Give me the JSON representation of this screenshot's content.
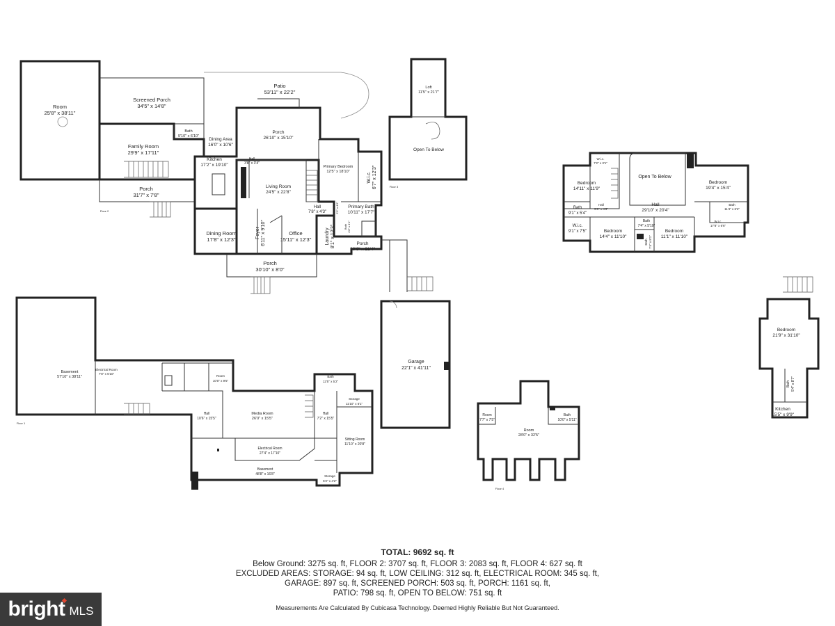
{
  "floors": {
    "floor2": {
      "label": "Floor 2",
      "rooms": [
        {
          "name": "Room",
          "dims": "25'8\" x 38'11\""
        },
        {
          "name": "Screened Porch",
          "dims": "34'5\" x 14'8\""
        },
        {
          "name": "Patio",
          "dims": "53'11\" x 22'2\""
        },
        {
          "name": "Bath",
          "dims": "9'10\" x 6'10\""
        },
        {
          "name": "Family Room",
          "dims": "29'9\" x 17'11\""
        },
        {
          "name": "Dining Area",
          "dims": "16'0\" x 10'6\""
        },
        {
          "name": "Porch",
          "dims": "26'10\" x 15'10\""
        },
        {
          "name": "Kitchen",
          "dims": "17'2\" x 19'10\""
        },
        {
          "name": "Hall",
          "dims": "3'8\" x 3'4\""
        },
        {
          "name": "Primary Bedroom",
          "dims": "12'5\" x 18'10\""
        },
        {
          "name": "W.i.c.",
          "dims": "6'7\" x 12'3\""
        },
        {
          "name": "Living Room",
          "dims": "24'5\" x 22'8\""
        },
        {
          "name": "Porch",
          "dims": "31'7\" x 7'8\""
        },
        {
          "name": "Hall",
          "dims": "7'8\" x 4'3\""
        },
        {
          "name": "Bath",
          "dims": "5'5\" x 4'6\""
        },
        {
          "name": "Primary Bath",
          "dims": "10'11\" x 17'7\""
        },
        {
          "name": "Dining Room",
          "dims": "17'8\" x 12'3\""
        },
        {
          "name": "Foyer",
          "dims": "6'11\" x 9'10\""
        },
        {
          "name": "Office",
          "dims": "15'11\" x 12'3\""
        },
        {
          "name": "Laundry",
          "dims": "8'1\" x 12'3\""
        },
        {
          "name": "Bath",
          "dims": "4'8\" x 4'1\""
        },
        {
          "name": "Porch",
          "dims": "20'6\" x 21'4\""
        },
        {
          "name": "Porch",
          "dims": "30'10\" x 8'0\""
        }
      ]
    },
    "floor3": {
      "label": "Floor 3",
      "rooms": [
        {
          "name": "Loft",
          "dims": "11'5\" x 21'7\""
        },
        {
          "name": "Open To Below",
          "dims": ""
        }
      ]
    },
    "floor3_wing": {
      "rooms": [
        {
          "name": "W.i.c.",
          "dims": "7'2\" x 3'1\""
        },
        {
          "name": "Open To Below",
          "dims": ""
        },
        {
          "name": "Bedroom",
          "dims": "14'11\" x 11'9\""
        },
        {
          "name": "Bedroom",
          "dims": "19'4\" x 15'4\""
        },
        {
          "name": "Bath",
          "dims": "9'1\" x 5'4\""
        },
        {
          "name": "Hall",
          "dims": "5'6\" x 4'3\""
        },
        {
          "name": "Hall",
          "dims": "29'10\" x 20'4\""
        },
        {
          "name": "Bath",
          "dims": "11'4\" x 6'2\""
        },
        {
          "name": "W.i.c.",
          "dims": "9'1\" x 7'5\""
        },
        {
          "name": "Bath",
          "dims": "7'4\" x 5'10\""
        },
        {
          "name": "W.i.c.",
          "dims": "17'8\" x 6'6\""
        },
        {
          "name": "Bedroom",
          "dims": "14'4\" x 11'10\""
        },
        {
          "name": "Bedroom",
          "dims": "11'1\" x 11'10\""
        },
        {
          "name": "Bath",
          "dims": "7'4\" x 8'1\""
        }
      ]
    },
    "floor1": {
      "label": "Floor 1",
      "rooms": [
        {
          "name": "Basement",
          "dims": "57'10\" x 38'11\""
        },
        {
          "name": "Electrical Room",
          "dims": "7'8\" x 5'10\""
        },
        {
          "name": "Room",
          "dims": "10'0\" x 9'5\""
        },
        {
          "name": "Bath",
          "dims": "12'5\" x 5'2\""
        },
        {
          "name": "Storage",
          "dims": "11'10\" x 6'1\""
        },
        {
          "name": "Hall",
          "dims": "10'6\" x 15'5\""
        },
        {
          "name": "Media Room",
          "dims": "26'0\" x 15'5\""
        },
        {
          "name": "Hall",
          "dims": "7'2\" x 15'5\""
        },
        {
          "name": "Electrical Room",
          "dims": "27'4\" x 17'10\""
        },
        {
          "name": "Sitting Room",
          "dims": "11'10\" x 20'8\""
        },
        {
          "name": "Basement",
          "dims": "48'8\" x 16'8\""
        },
        {
          "name": "Storage",
          "dims": "5'2\" x 4'2\""
        }
      ]
    },
    "garage": {
      "rooms": [
        {
          "name": "Garage",
          "dims": "22'1\" x 41'11\""
        }
      ]
    },
    "floor4": {
      "label": "Floor 4",
      "rooms": [
        {
          "name": "Room",
          "dims": "7'7\" x 7'5\""
        },
        {
          "name": "Bath",
          "dims": "10'0\" x 5'11\""
        },
        {
          "name": "Room",
          "dims": "28'0\" x 32'5\""
        }
      ]
    },
    "apartment": {
      "rooms": [
        {
          "name": "Bedroom",
          "dims": "21'9\" x 31'10\""
        },
        {
          "name": "Bath",
          "dims": "5'4\" x 8'7\""
        },
        {
          "name": "Kitchen",
          "dims": "15'5\" x 9'9\""
        }
      ]
    }
  },
  "summary": {
    "total": "TOTAL: 9692 sq. ft",
    "lines": [
      "Below Ground: 3275 sq. ft, FLOOR 2: 3707 sq. ft, FLOOR 3: 2083 sq. ft, FLOOR 4: 627 sq. ft",
      "EXCLUDED AREAS: STORAGE: 94 sq. ft, LOW CEILING: 312 sq. ft, ELECTRICAL ROOM: 345 sq. ft,",
      "GARAGE: 897 sq. ft, SCREENED PORCH: 503 sq. ft, PORCH: 1161 sq. ft,",
      "PATIO: 798 sq. ft, OPEN TO BELOW: 751 sq. ft"
    ],
    "disclaimer": "Measurements Are Calculated By Cubicasa Technology. Deemed Highly Reliable But Not Guaranteed."
  },
  "badge": {
    "brand": "bright",
    "suffix": "MLS",
    "accent": "#e2462f",
    "background": "#3a3a3a"
  }
}
